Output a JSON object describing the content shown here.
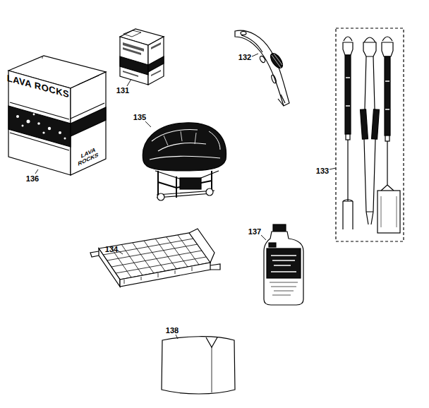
{
  "diagram": {
    "labels": [
      "131",
      "132",
      "133",
      "134",
      "135",
      "136",
      "137",
      "138",
      "LAVA ROCKS",
      "LAVA ROCKS"
    ]
  }
}
